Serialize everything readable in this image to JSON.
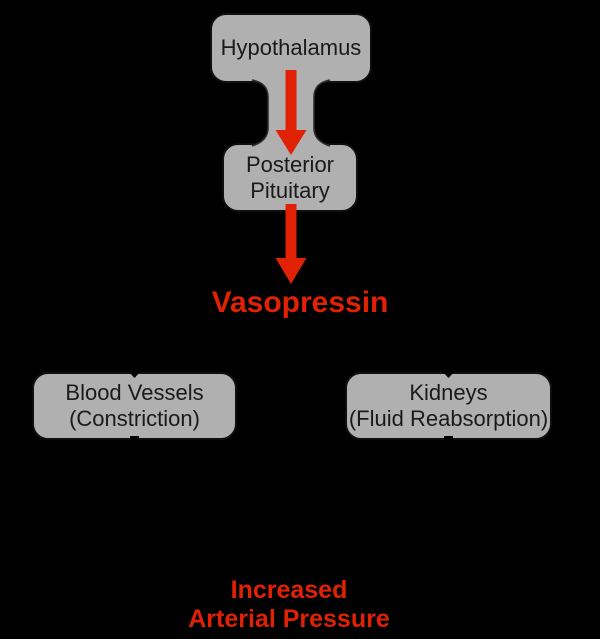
{
  "colors": {
    "background": "#000000",
    "node_fill": "#b0b0b0",
    "node_border": "#0f0f0f",
    "node_text": "#1a1a1a",
    "accent_red": "#e02104"
  },
  "nodes": {
    "hypothalamus": {
      "label": "Hypothalamus"
    },
    "posterior_pituitary": {
      "line1": "Posterior",
      "line2": "Pituitary"
    },
    "blood_vessels": {
      "line1": "Blood Vessels",
      "line2": "(Constriction)"
    },
    "kidneys": {
      "line1": "Kidneys",
      "line2": "(Fluid Reabsorption)"
    }
  },
  "labels": {
    "hormone": "Vasopressin",
    "outcome_line1": "Increased",
    "outcome_line2": "Arterial Pressure"
  },
  "icons": {
    "flow_arrow_1": "down-arrow-icon",
    "flow_arrow_2": "down-arrow-icon",
    "connector": "pituitary-stalk-connector",
    "anchor_marks": "anchor-notch"
  }
}
